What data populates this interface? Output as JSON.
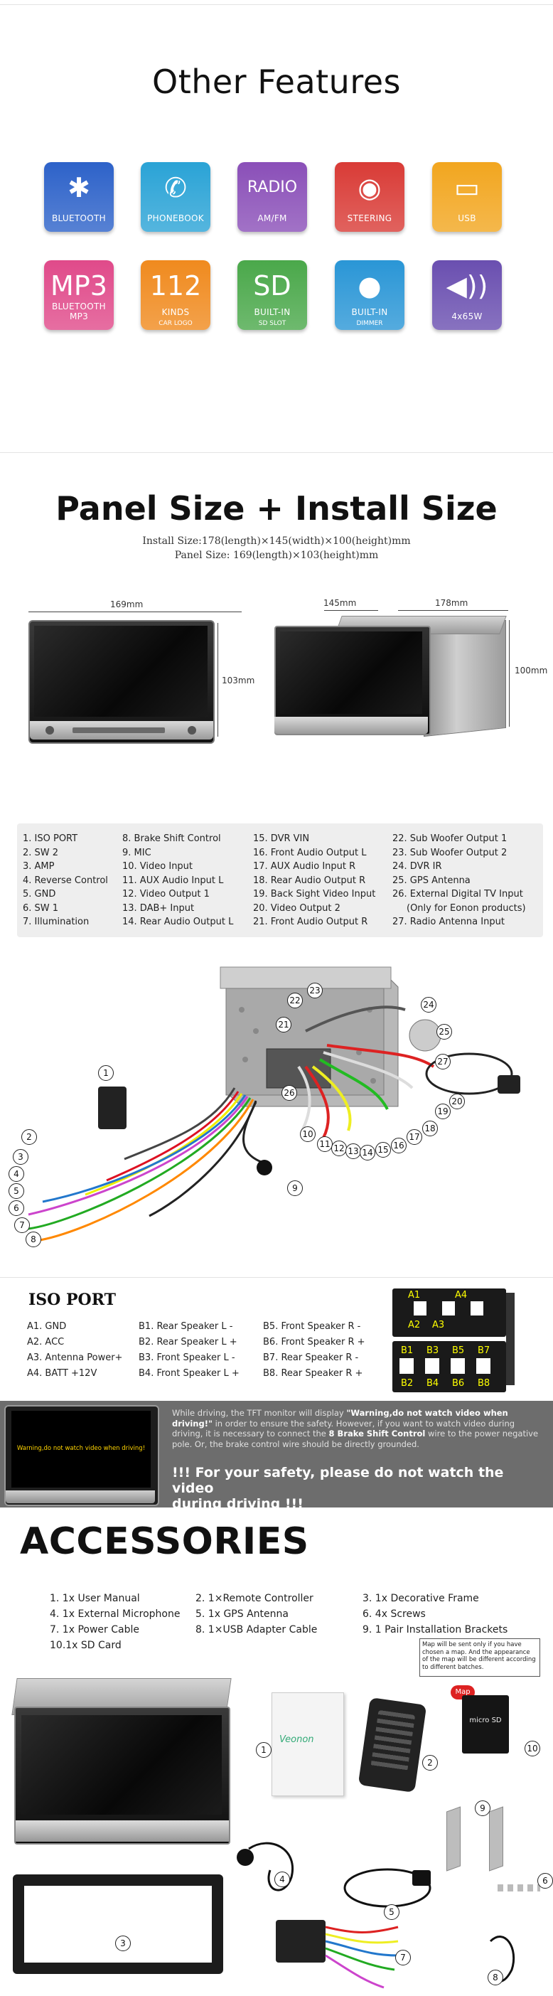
{
  "features": {
    "title": "Other Features",
    "icons": [
      {
        "icon": "bluetooth-icon",
        "glyph": "✱",
        "caption": "BLUETOOTH",
        "caption2": "",
        "color": "#2d62c9"
      },
      {
        "icon": "phone-icon",
        "glyph": "✆",
        "caption": "PHONEBOOK",
        "caption2": "",
        "color": "#2aa3d6"
      },
      {
        "icon": "radio-icon",
        "glyph": "RADIO",
        "caption": "AM/FM",
        "caption2": "",
        "color": "#8a4fb8"
      },
      {
        "icon": "steering-icon",
        "glyph": "◉",
        "caption": "STEERING",
        "caption2": "",
        "color": "#d93b36"
      },
      {
        "icon": "usb-icon",
        "glyph": "▭",
        "caption": "USB",
        "caption2": "",
        "color": "#f2a61f"
      },
      {
        "icon": "mp3-icon",
        "glyph": "MP3",
        "caption": "BLUETOOTH MP3",
        "caption2": "",
        "color": "#e04a8a"
      },
      {
        "icon": "car-logo-icon",
        "glyph": "112",
        "caption": "KINDS",
        "caption2": "CAR LOGO",
        "color": "#f08a1e"
      },
      {
        "icon": "sd-card-icon",
        "glyph": "SD",
        "caption": "BUILT-IN",
        "caption2": "SD SLOT",
        "color": "#4aa84a"
      },
      {
        "icon": "bulb-icon",
        "glyph": "●",
        "caption": "BUILT-IN",
        "caption2": "DIMMER",
        "color": "#2a96d6"
      },
      {
        "icon": "speaker-icon",
        "glyph": "◀))",
        "caption": "4x65W",
        "caption2": "",
        "color": "#6a4fb0"
      }
    ]
  },
  "panel": {
    "title": "Panel Size + Install Size",
    "install_size": "Install Size:178(length)×145(width)×100(height)mm",
    "panel_size": "Panel Size: 169(length)×103(height)mm",
    "front_width": "169mm",
    "front_height": "103mm",
    "depth": "145mm",
    "body_width": "178mm",
    "body_height": "100mm"
  },
  "ports": {
    "col1": [
      "1. ISO PORT",
      "2. SW 2",
      "3. AMP",
      "4. Reverse Control",
      "5. GND",
      "6. SW 1",
      "7. Illumination"
    ],
    "col2": [
      "8. Brake Shift Control",
      "9. MIC",
      "10. Video Input",
      "11. AUX Audio Input L",
      "12. Video Output 1",
      "13. DAB+ Input",
      "14. Rear Audio Output L"
    ],
    "col3": [
      "15. DVR VIN",
      "16. Front Audio Output L",
      "17. AUX Audio Input R",
      "18. Rear Audio Output R",
      "19. Back Sight Video Input",
      "20. Video Output 2",
      "21. Front Audio Output R"
    ],
    "col4": [
      "22. Sub Woofer Output 1",
      "23. Sub Woofer Output 2",
      "24. DVR IR",
      "25. GPS Antenna",
      "26. External Digital TV Input",
      "(Only for Eonon products)",
      "27. Radio Antenna Input"
    ]
  },
  "wiring_numbers": [
    "1",
    "2",
    "3",
    "4",
    "5",
    "6",
    "7",
    "8",
    "9",
    "10",
    "11",
    "12",
    "13",
    "14",
    "15",
    "16",
    "17",
    "18",
    "19",
    "20",
    "21",
    "22",
    "23",
    "24",
    "25",
    "26",
    "27"
  ],
  "iso": {
    "title": "ISO PORT",
    "col1": [
      "A1. GND",
      "A2. ACC",
      "A3. Antenna Power+",
      "A4. BATT +12V"
    ],
    "col2": [
      "B1.  Rear Speaker L -",
      "B2.  Rear Speaker L +",
      "B3.  Front Speaker L -",
      "B4.  Front Speaker L +"
    ],
    "col3": [
      "B5.  Front Speaker R -",
      "B6.  Front Speaker R +",
      "B7.  Rear Speaker R -",
      "B8.  Rear Speaker R +"
    ],
    "connector_top": [
      "A1",
      "A4"
    ],
    "connector_mid": [
      "A2",
      "A3"
    ],
    "connector_b_top": [
      "B1",
      "B3",
      "B5",
      "B7"
    ],
    "connector_b_bottom": [
      "B2",
      "B4",
      "B6",
      "B8"
    ]
  },
  "warning": {
    "screen_text": "Warning,do not watch video when driving!",
    "text_a": "While driving, the TFT monitor will display ",
    "text_b": "\"Warning,do not watch video when driving!\"",
    "text_c": " in order to ensure the safety. However, if you want to watch video during driving, it is necessary to connect the ",
    "text_d": "8 Brake Shift Control",
    "text_e": " wire to the power negative pole. Or, the brake control wire should be directly grounded.",
    "safety_line1": "!!! For your safety, please do not watch the video",
    "safety_line2": "during driving !!!"
  },
  "accessories": {
    "title": "ACCESSORIES",
    "col1": [
      "1.  1x User Manual",
      "4.  1x External Microphone",
      "7.  1x Power Cable",
      "10.1x SD Card"
    ],
    "col2": [
      "2. 1×Remote Controller",
      "5. 1x GPS Antenna",
      "8. 1×USB Adapter Cable"
    ],
    "col3": [
      "3.  1x Decorative Frame",
      "6.  4x Screws",
      "9.  1 Pair Installation Brackets"
    ],
    "map_note": "Map will be sent only if you have chosen a map. And the appearance of the map will be different according to different batches.",
    "map_label": "Map",
    "sd_label": "micro SD",
    "manual_brand": "Veonon",
    "numbers": [
      "1",
      "2",
      "3",
      "4",
      "5",
      "6",
      "7",
      "8",
      "9",
      "10"
    ]
  }
}
